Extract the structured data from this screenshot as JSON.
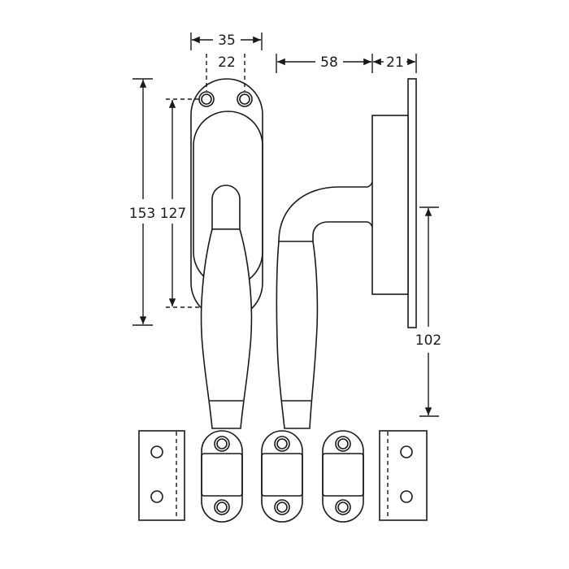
{
  "dimensions": {
    "rosette_width": "35",
    "hole_spacing": "22",
    "handle_projection": "58",
    "rosette_depth": "21",
    "rosette_height": "153",
    "hole_vertical_spacing": "127",
    "spindle_height": "102"
  },
  "colors": {
    "line": "#1a1a1a",
    "background": "#ffffff"
  }
}
